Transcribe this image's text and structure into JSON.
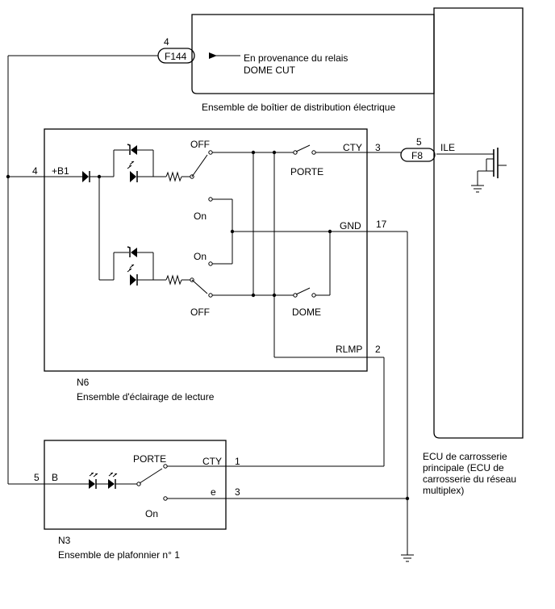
{
  "junction_box": {
    "from_relay_line1": "En provenance du relais",
    "from_relay_line2": "DOME CUT",
    "label": "Ensemble de boîtier de distribution électrique",
    "connector": "F144",
    "pin": "4"
  },
  "ecu": {
    "label_line1": "ECU de carrosserie",
    "label_line2": "principale (ECU de",
    "label_line3": "carrosserie du réseau",
    "label_line4": "multiplex)",
    "terminal": "ILE",
    "connector": "F8",
    "pin": "5"
  },
  "n6": {
    "code": "N6",
    "name": "Ensemble d'éclairage de lecture",
    "b1_pin": "4",
    "b1_label": "+B1",
    "off_top": "OFF",
    "on_top": "On",
    "on_bottom": "On",
    "off_bottom": "OFF",
    "porte": "PORTE",
    "dome": "DOME",
    "cty_label": "CTY",
    "cty_pin": "3",
    "gnd_label": "GND",
    "gnd_pin": "17",
    "rlmp_label": "RLMP",
    "rlmp_pin": "2"
  },
  "n3": {
    "code": "N3",
    "name": "Ensemble de plafonnier n° 1",
    "b_pin": "5",
    "b_label": "B",
    "porte": "PORTE",
    "on": "On",
    "cty_label": "CTY",
    "cty_pin": "1",
    "e_label": "e",
    "e_pin": "3"
  }
}
